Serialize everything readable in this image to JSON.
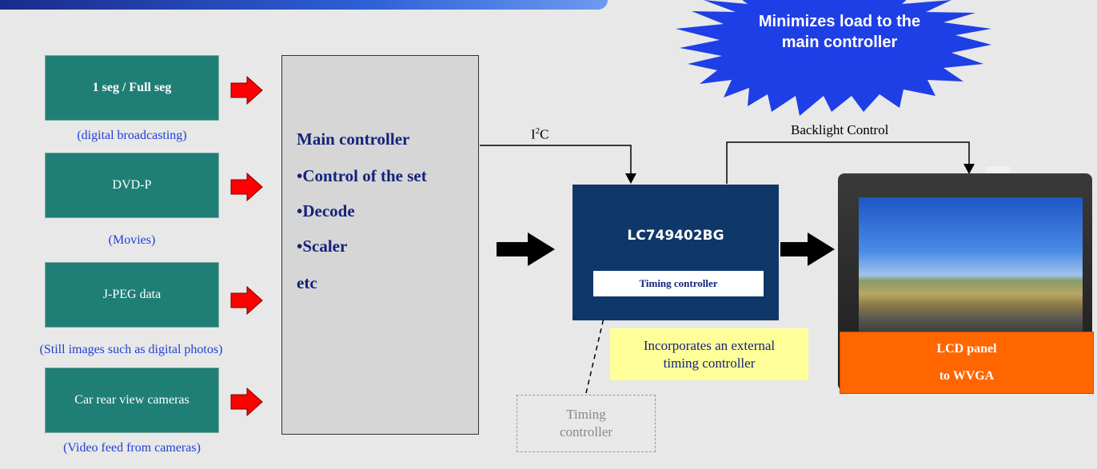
{
  "banner": {
    "text_line1": "Minimizes load to the",
    "text_line2": "main controller"
  },
  "sources": [
    {
      "label": "1 seg / Full seg",
      "caption": "(digital broadcasting)"
    },
    {
      "label": "DVD-P",
      "caption": "(Movies)"
    },
    {
      "label": "J-PEG data",
      "caption": "(Still images such as digital photos)"
    },
    {
      "label": "Car rear view cameras",
      "caption": "(Video feed from cameras)"
    }
  ],
  "main_controller": {
    "title": "Main controller",
    "items": [
      "•Control of the set",
      "•Decode",
      "•Scaler"
    ],
    "etc": "etc"
  },
  "chip": {
    "name": "LC749402BG",
    "inner": "Timing controller"
  },
  "signals": {
    "i2c_base": "I",
    "i2c_sup": "2",
    "i2c_tail": "C",
    "backlight": "Backlight Control"
  },
  "note": {
    "line1": "Incorporates an external",
    "line2": "timing controller"
  },
  "external_timing": {
    "line1": "Timing",
    "line2": "controller"
  },
  "lcd": {
    "line1": "LCD panel",
    "line2": "to WVGA"
  },
  "colors": {
    "source_box": "#1f7f77",
    "chip": "#0f3769",
    "burst": "#1f3fe6",
    "arrow_red": "#ff0000",
    "lcd_label": "#ff6600",
    "note": "#ffff99"
  }
}
